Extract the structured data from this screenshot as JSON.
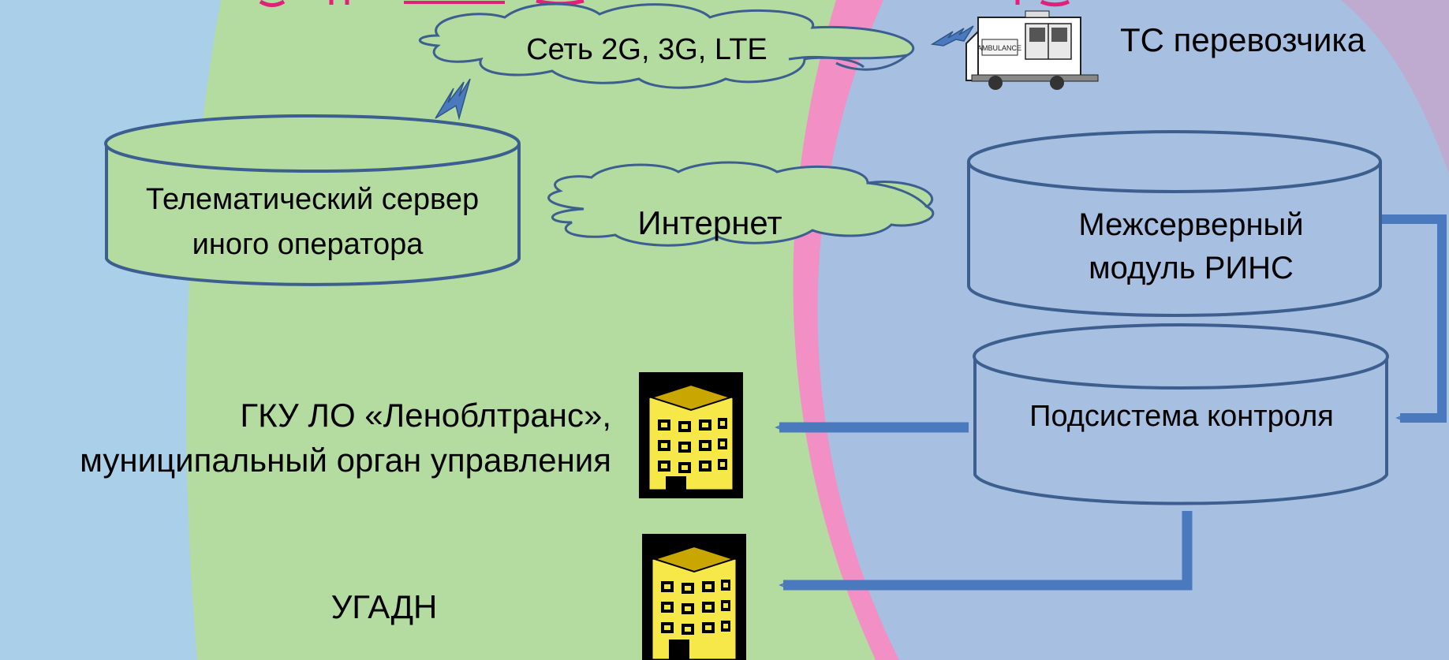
{
  "colors": {
    "background_blue": "#aacfe8",
    "green_zone": "#b4dca0",
    "pink_zone": "#f28fc4",
    "lavender_zone": "#a7bfe0",
    "outline": "#3c5f90",
    "arrow": "#4a7abd",
    "title_magenta": "#e0207a",
    "building_yellow": "#f7e84a",
    "building_top": "#c9a600"
  },
  "labels": {
    "network_cloud": "Сеть 2G, 3G, LTE",
    "internet_cloud": "Интернет",
    "carrier_vehicle": "ТС перевозчика",
    "ambulance_text": "AMBULANCE",
    "telematic_server": [
      "Телематический сервер",
      "иного оператора"
    ],
    "interserver_module": [
      "Межсерверный",
      "модуль РИНС"
    ],
    "control_subsystem": "Подсистема контроля",
    "organization_1": [
      "ГКУ ЛО «Леноблтранс»,",
      "муниципальный орган управления"
    ],
    "organization_2": "УГАДН"
  },
  "icons": {
    "vehicle": "ambulance-icon",
    "building": "office-building-icon",
    "wireless": "lightning-signal-icon"
  }
}
